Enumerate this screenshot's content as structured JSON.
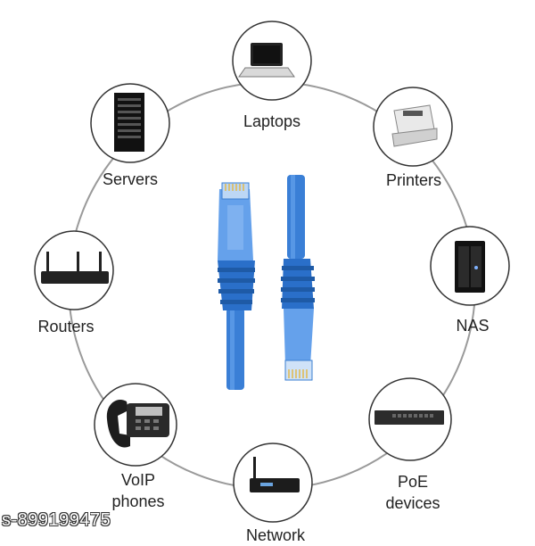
{
  "devices": {
    "laptops": {
      "label": "Laptops"
    },
    "printers": {
      "label": "Printers"
    },
    "servers": {
      "label": "Servers"
    },
    "nas": {
      "label": "NAS"
    },
    "routers": {
      "label": "Routers"
    },
    "voip": {
      "line1": "VoIP",
      "line2": "phones"
    },
    "poe": {
      "line1": "PoE",
      "line2": "devices"
    },
    "network": {
      "label": "Network"
    }
  },
  "cable": {
    "color": "#2a6fc9",
    "icon": "ethernet-cable-icon"
  },
  "watermark": {
    "text": "s-899199475"
  }
}
